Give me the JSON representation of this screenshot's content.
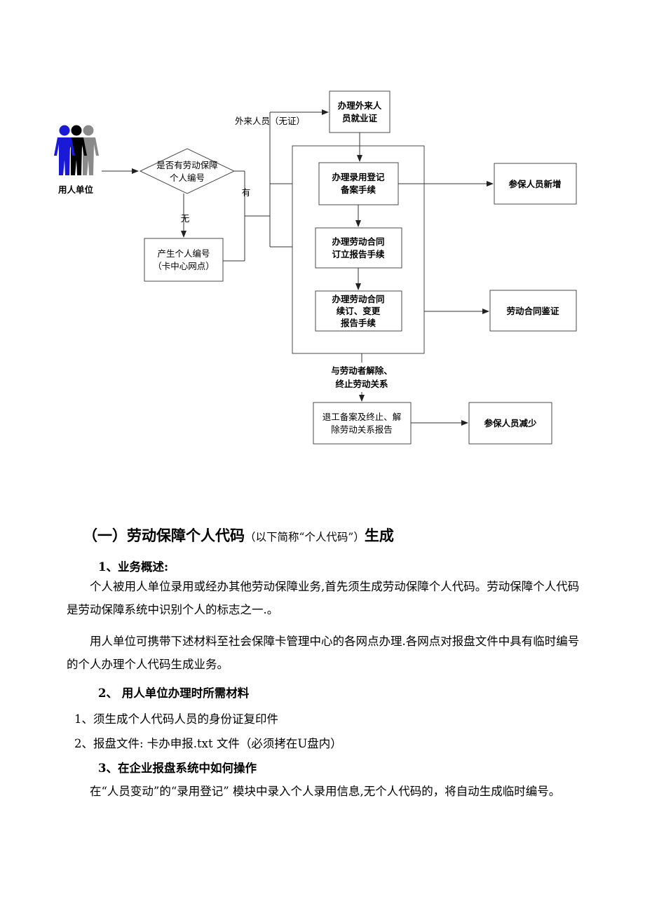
{
  "flowchart": {
    "employer_label": "用人单位",
    "decision_line1": "是否有劳动保障",
    "decision_line2": "个人编号",
    "edge_outsider": "外来人员（无证）",
    "edge_yes": "有",
    "edge_no": "无",
    "generate_id_line1": "产生个人编号",
    "generate_id_line2": "（卡中心网点）",
    "work_permit_line1": "办理外来人",
    "work_permit_line2": "员就业证",
    "recruit_line1": "办理录用登记",
    "recruit_line2": "备案手续",
    "contract_line1": "办理劳动合同",
    "contract_line2": "订立报告手续",
    "renew_line1": "办理劳动合同",
    "renew_line2": "续订、变更",
    "renew_line3": "报告手续",
    "insured_add": "参保人员新增",
    "contract_verify": "劳动合同鉴证",
    "terminate_line1": "与劳动者解除、",
    "terminate_line2": "终止劳动关系",
    "retire_line1": "退工备案及终止、解",
    "retire_line2": "除劳动关系报告",
    "insured_reduce": "参保人员减少",
    "person_colors": [
      "#1a1ad6",
      "#000000",
      "#8a8a8a"
    ]
  },
  "document": {
    "title_main": "（一）劳动保障个人代码",
    "title_small": "（以下简称“个人代码”）",
    "title_end": "生成",
    "section1_heading": "1、业务概述:",
    "section1_para1": "个人被用人单位录用或经办其他劳动保障业务,首先须生成劳动保障个人代码。劳动保障个人代码是劳动保障系统中识别个人的标志之一.。",
    "section1_para2": "用人单位可携带下述材料至社会保障卡管理中心的各网点办理.各网点对报盘文件中具有临时编号的个人办理个人代码生成业务。",
    "section2_heading": "2、 用人单位办理时所需材料",
    "section2_item1": "1、须生成个人代码人员的身份证复印件",
    "section2_item2": "2、报盘文件: 卡办申报.txt 文件（必须拷在U盘内）",
    "section3_heading": "3、在企业报盘系统中如何操作",
    "section3_para": "在“人员变动”的“录用登记” 模块中录入个人录用信息,无个人代码的，将自动生成临时编号。"
  }
}
